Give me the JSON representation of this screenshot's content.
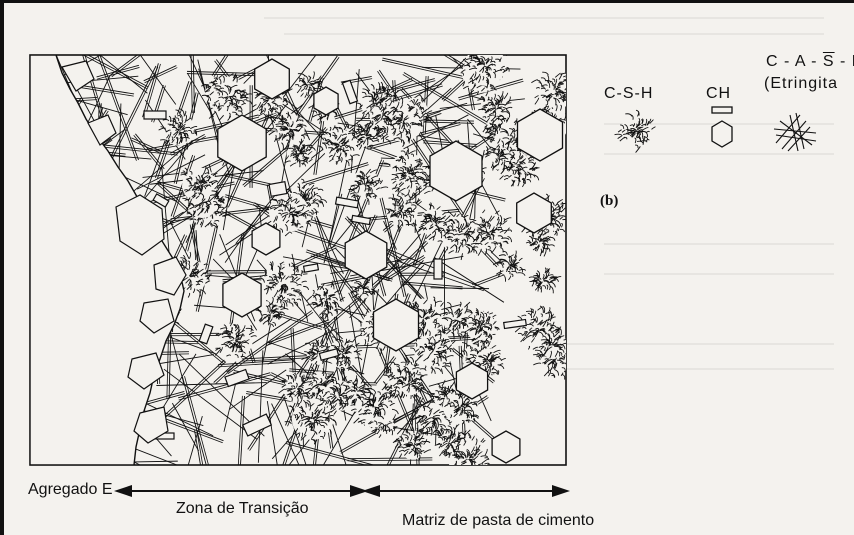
{
  "legend": {
    "csh": "C-S-H",
    "ch": "CH",
    "csa_prefix": "C - A - ",
    "csa_s": "S",
    "csa_suffix": " - H",
    "etringita": "(Etringita"
  },
  "panel_label": "(b)",
  "bottom_labels": {
    "agregado": "Agregado",
    "agregado_marker": "E",
    "transicao": "Zona de Transição",
    "matriz": "Matriz de pasta de cimento"
  },
  "colors": {
    "paper": "#f4f2ee",
    "ink": "#111111"
  }
}
